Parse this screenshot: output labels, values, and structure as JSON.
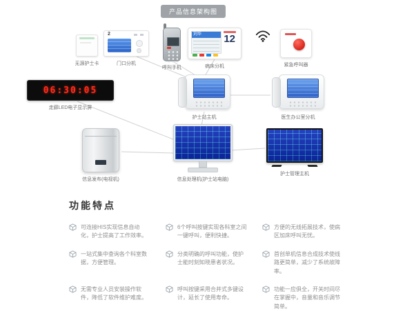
{
  "page": {
    "title_badge": "产品信息架构图"
  },
  "diagram": {
    "devices": [
      {
        "label": "无源护士卡"
      },
      {
        "label": "门口分机"
      },
      {
        "label": "呼叫手机"
      },
      {
        "label": "病床分机"
      },
      {
        "label": "紧急呼叫器"
      },
      {
        "label": "走廊LED电子显示屏"
      },
      {
        "label": "护士站主机"
      },
      {
        "label": "医生办公室分机"
      },
      {
        "label": "信息发布(电视机)"
      },
      {
        "label": "信息处理机(护士站电脑)"
      },
      {
        "label": "护士管理主机"
      }
    ],
    "door_screen": {
      "number": "2"
    },
    "bed_screen": {
      "patient_name": "刘华",
      "bed_number": "12"
    },
    "led_display": {
      "time": "06:30:05"
    }
  },
  "features": {
    "title": "功能特点",
    "items": [
      {
        "text": "可连接HIS实现信息自动化，护士提高了工作效率。"
      },
      {
        "text": "一站式集中查询各个科室数据，方便管理。"
      },
      {
        "text": "无需专业人员安装操作软件，降低了软件维护难度。"
      },
      {
        "text": "6个呼叫按键实现各科室之间一键呼叫，便利快捷。"
      },
      {
        "text": "分类明确的呼叫功能，使护士能时刻知晓患者状况。"
      },
      {
        "text": "呼叫按键采用合并式多键设计，延长了使用寿命。"
      },
      {
        "text": "方便的无线拓展技术，使病区加床呼叫无忧。"
      },
      {
        "text": "首创单机信息合成技术使线路更简单，减少了系统故障率。"
      },
      {
        "text": "功能一应俱全，开关时间尽在掌握中，音量和音乐调节简单。"
      }
    ]
  }
}
